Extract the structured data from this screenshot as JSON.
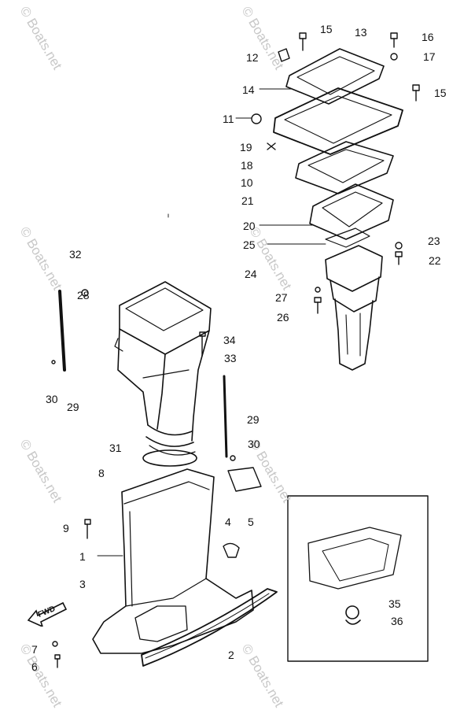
{
  "watermark": "© Boats.net",
  "fwd_label": "FWD",
  "callouts": {
    "c1": "1",
    "c2": "2",
    "c3": "3",
    "c4": "4",
    "c5": "5",
    "c6": "6",
    "c7": "7",
    "c8": "8",
    "c9": "9",
    "c10": "10",
    "c11": "11",
    "c12": "12",
    "c13": "13",
    "c14": "14",
    "c15": "15",
    "c16": "16",
    "c17": "17",
    "c18": "18",
    "c19": "19",
    "c20": "20",
    "c21": "21",
    "c22": "22",
    "c23": "23",
    "c24": "24",
    "c25": "25",
    "c26": "26",
    "c27": "27",
    "c29": "29",
    "c30": "30",
    "c31": "31",
    "c32": "32",
    "c33": "33",
    "c34": "34",
    "c35": "35",
    "c36": "36"
  }
}
